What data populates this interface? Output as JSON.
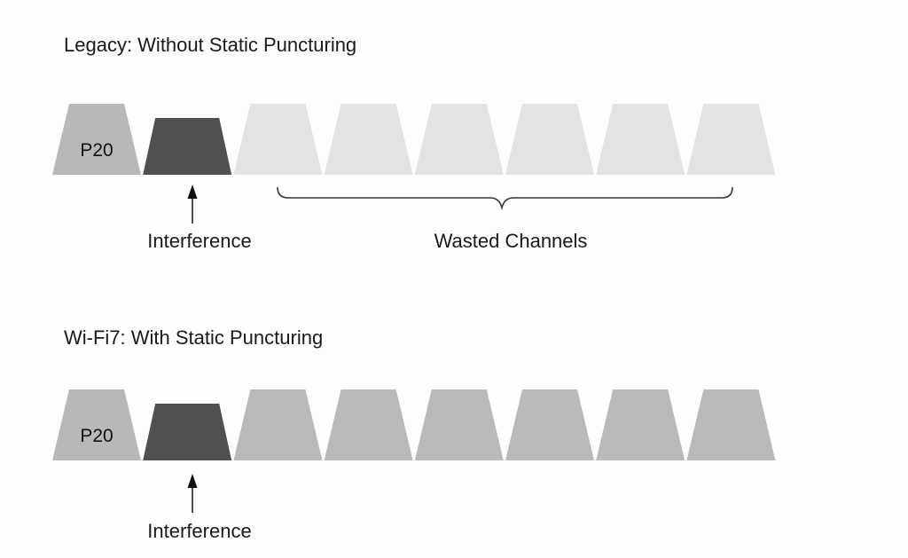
{
  "colors": {
    "background": "#fdfdfd",
    "primary": "#b8b8b8",
    "interference": "#505050",
    "wasted": "#e3e3e3",
    "usable": "#b9b9b9",
    "text": "#1a1a1a",
    "line": "#222222"
  },
  "sections": [
    {
      "title": "Legacy: Without Static Puncturing",
      "channels": [
        {
          "label": "P20",
          "state": "primary"
        },
        {
          "label": "",
          "state": "interference"
        },
        {
          "label": "",
          "state": "wasted"
        },
        {
          "label": "",
          "state": "wasted"
        },
        {
          "label": "",
          "state": "wasted"
        },
        {
          "label": "",
          "state": "wasted"
        },
        {
          "label": "",
          "state": "wasted"
        },
        {
          "label": "",
          "state": "wasted"
        }
      ],
      "interference_label": "Interference",
      "brace_label": "Wasted Channels"
    },
    {
      "title": "Wi-Fi7: With Static Puncturing",
      "channels": [
        {
          "label": "P20",
          "state": "primary"
        },
        {
          "label": "",
          "state": "interference"
        },
        {
          "label": "",
          "state": "usable"
        },
        {
          "label": "",
          "state": "usable"
        },
        {
          "label": "",
          "state": "usable"
        },
        {
          "label": "",
          "state": "usable"
        },
        {
          "label": "",
          "state": "usable"
        },
        {
          "label": "",
          "state": "usable"
        }
      ],
      "interference_label": "Interference"
    }
  ]
}
